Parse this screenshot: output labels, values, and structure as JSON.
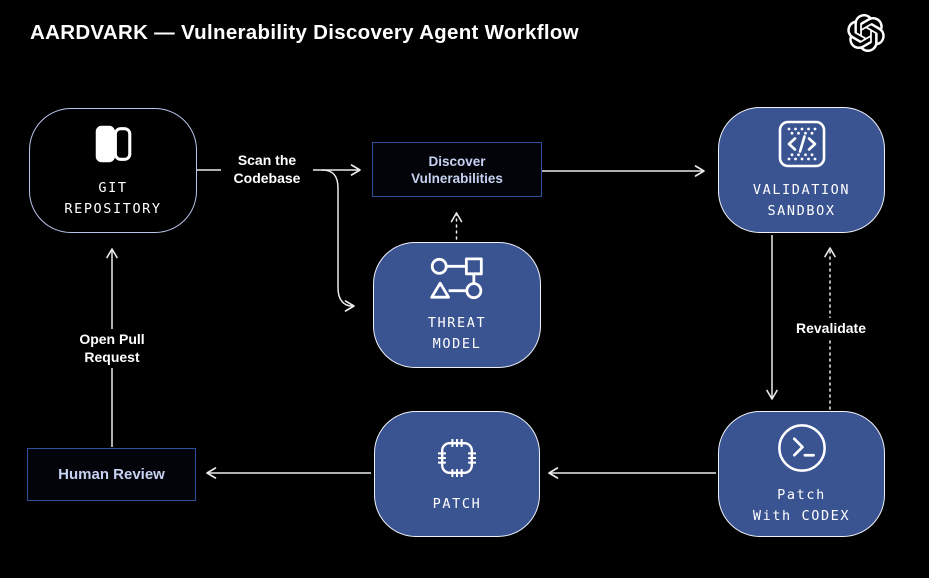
{
  "header": {
    "title": "AARDVARK — Vulnerability Discovery Agent Workflow",
    "logo_icon": "openai-logo"
  },
  "colors": {
    "background": "#000000",
    "node_fill_blue": "#3a5391",
    "node_border_white": "#eef1f9",
    "node_outline_light": "#b9c5ea",
    "box_border_blue": "#2e4f9e",
    "lavender_text": "#c7d2f2",
    "arrow": "#ebebeb",
    "title_text": "#ffffff"
  },
  "nodes": {
    "git_repository": {
      "label": "GIT\nREPOSITORY",
      "icon": "repository-icon",
      "style": "dark-outline"
    },
    "discover_vulnerabilities": {
      "label": "Discover\nVulnerabilities",
      "style": "dark-blue-border-box"
    },
    "validation_sandbox": {
      "label": "VALIDATION\nSANDBOX",
      "icon": "code-sandbox-icon",
      "style": "blue"
    },
    "threat_model": {
      "label": "THREAT\nMODEL",
      "icon": "threat-model-icon",
      "style": "blue"
    },
    "patch_with_codex": {
      "label": "Patch\nWith CODEX",
      "icon": "terminal-prompt-icon",
      "style": "blue"
    },
    "patch": {
      "label": "PATCH",
      "icon": "patch-stitch-icon",
      "style": "blue"
    },
    "human_review": {
      "label": "Human Review",
      "style": "dark-blue-border-box"
    }
  },
  "edges": {
    "scan_the_codebase": {
      "label": "Scan the\nCodebase",
      "from": "GIT REPOSITORY",
      "to": "Discover Vulnerabilities",
      "type": "solid-arrow"
    },
    "branch_to_threat_model": {
      "from": "GIT REPOSITORY",
      "to": "THREAT MODEL",
      "type": "solid-arrow-curved"
    },
    "threat_model_to_discover": {
      "from": "THREAT MODEL",
      "to": "Discover Vulnerabilities",
      "type": "dotted-arrow-up"
    },
    "discover_to_sandbox": {
      "from": "Discover Vulnerabilities",
      "to": "VALIDATION SANDBOX",
      "type": "solid-arrow"
    },
    "sandbox_to_codex": {
      "from": "VALIDATION SANDBOX",
      "to": "Patch With CODEX",
      "type": "solid-arrow-down"
    },
    "revalidate": {
      "label": "Revalidate",
      "from": "Patch With CODEX",
      "to": "VALIDATION SANDBOX",
      "type": "dotted-arrow-up"
    },
    "codex_to_patch": {
      "from": "Patch With CODEX",
      "to": "PATCH",
      "type": "solid-arrow-left"
    },
    "patch_to_review": {
      "from": "PATCH",
      "to": "Human Review",
      "type": "solid-arrow-left"
    },
    "open_pull_request": {
      "label": "Open Pull\nRequest",
      "from": "Human Review",
      "to": "GIT REPOSITORY",
      "type": "solid-arrow-up"
    }
  }
}
